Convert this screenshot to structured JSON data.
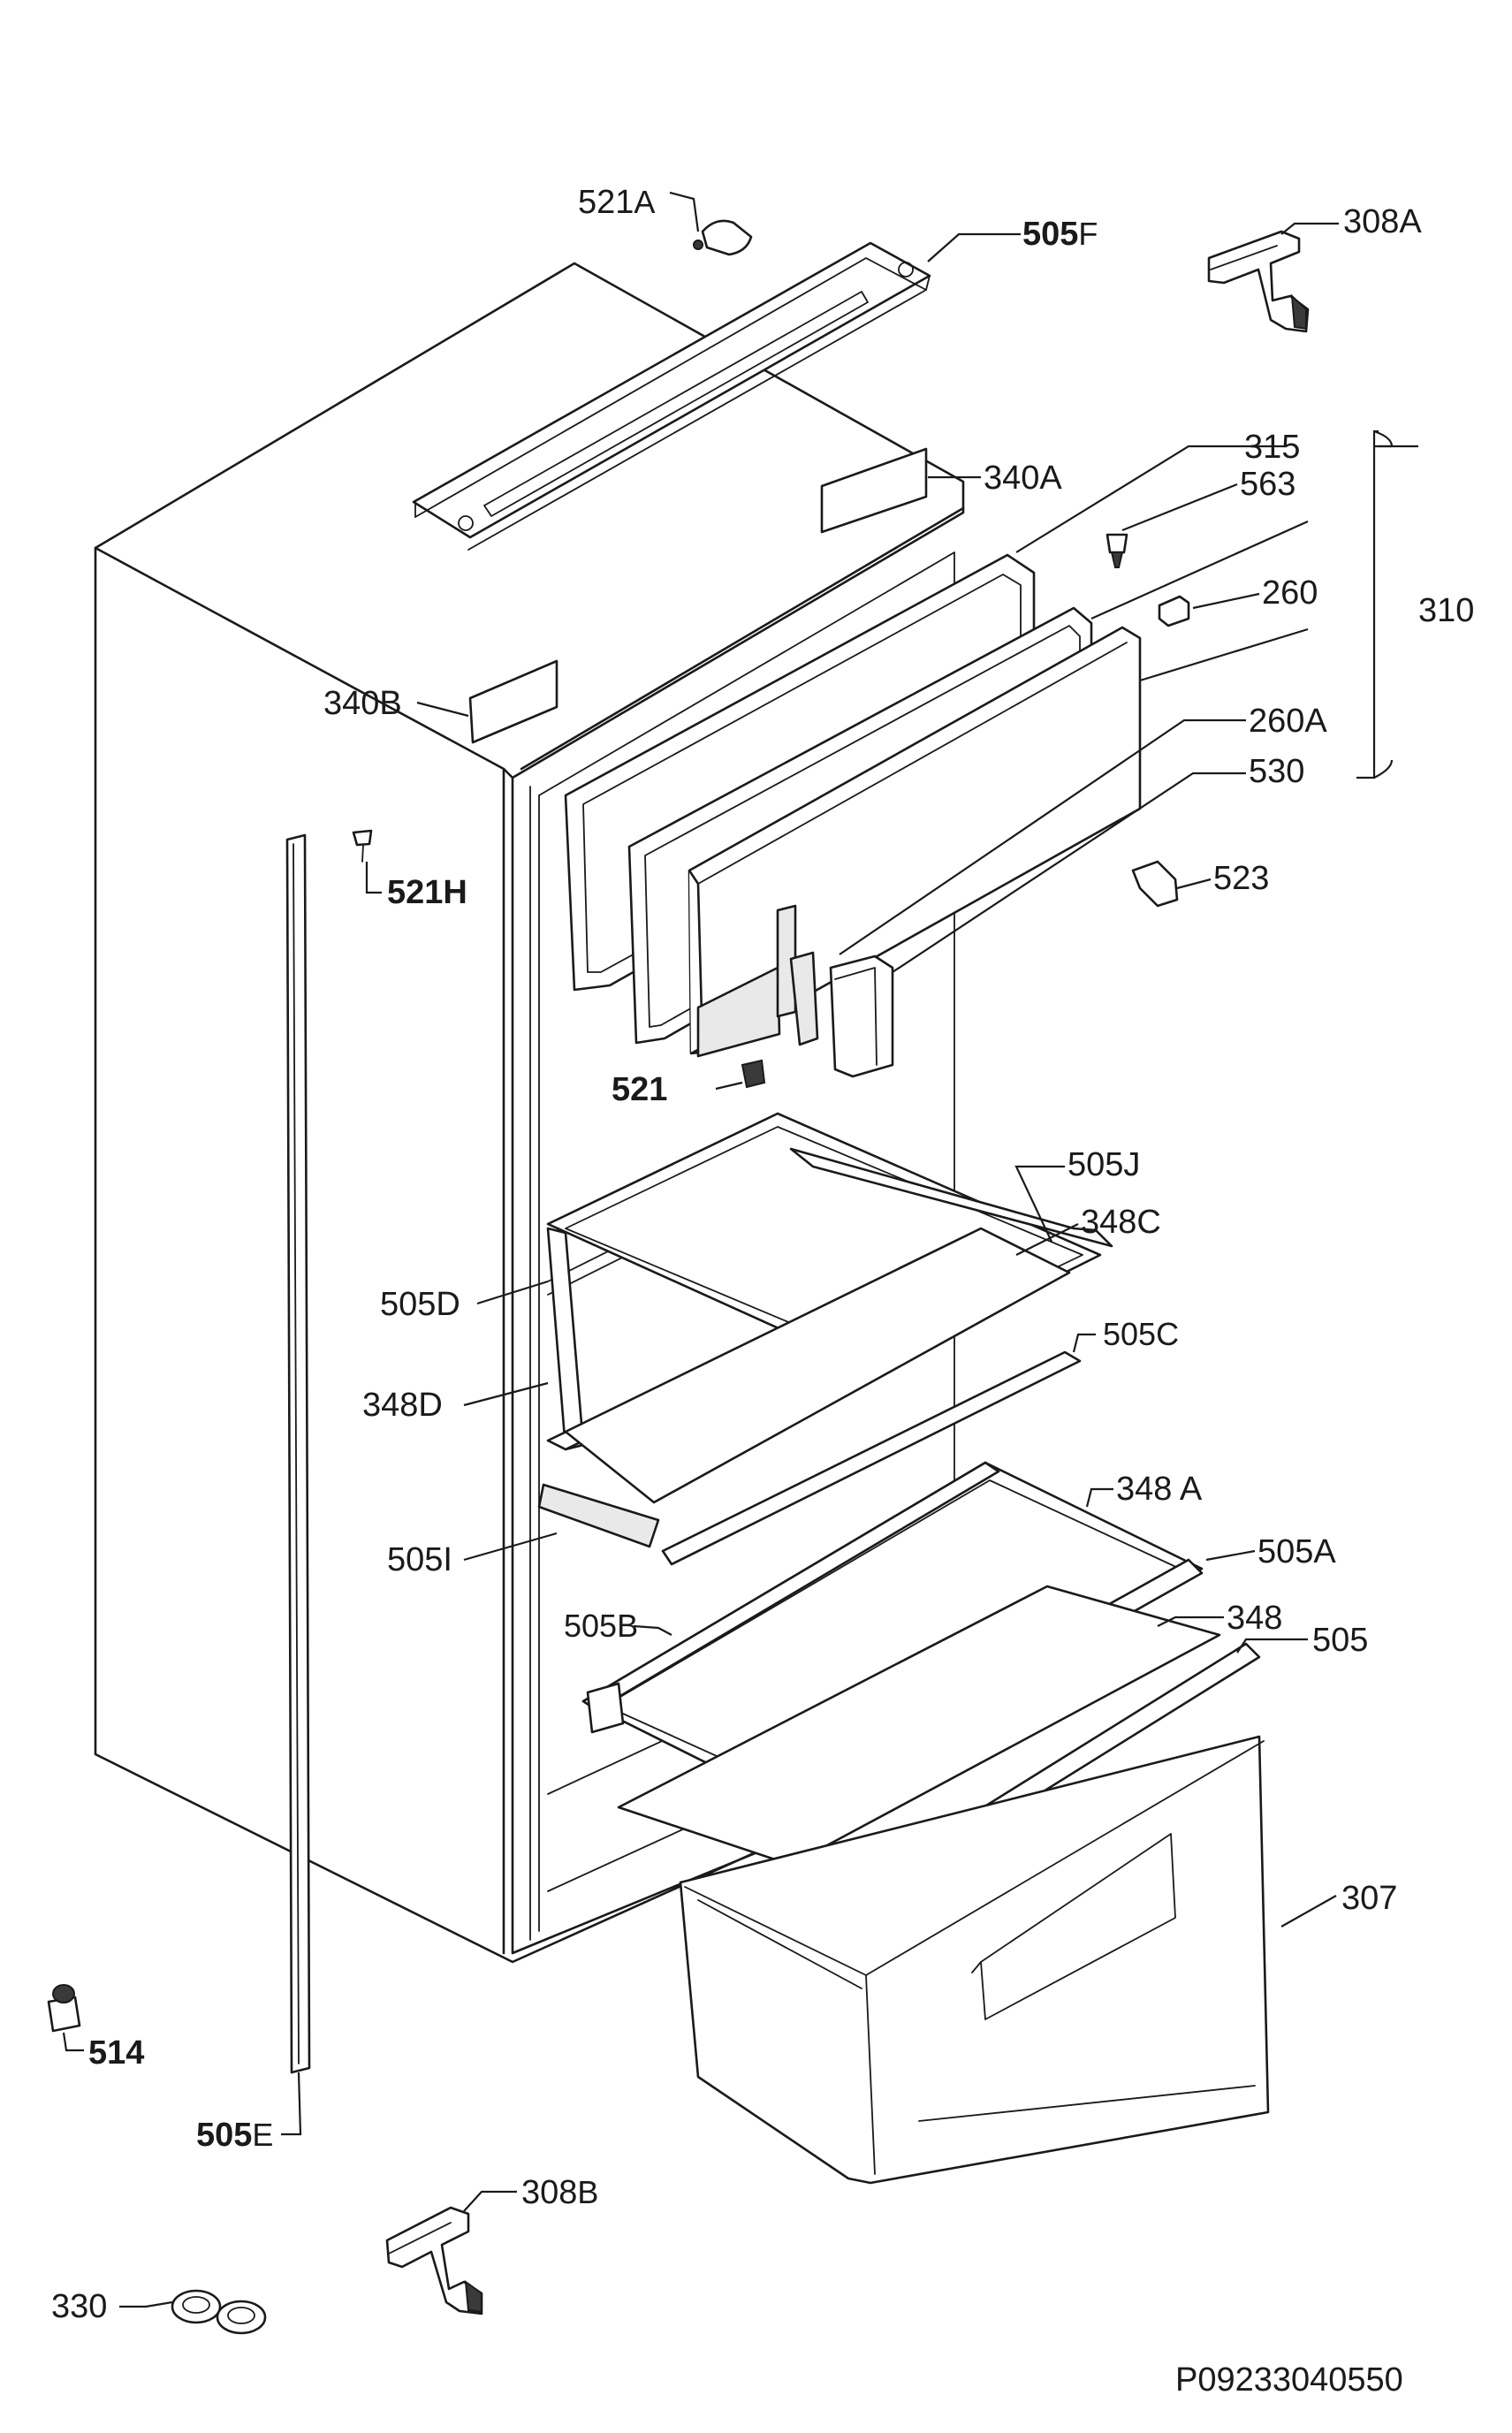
{
  "callouts": [
    {
      "id": "521A",
      "main": "521",
      "suffix": "A"
    },
    {
      "id": "505F",
      "main": "505",
      "suffix": "F"
    },
    {
      "id": "308A",
      "main": "308A",
      "suffix": ""
    },
    {
      "id": "315",
      "main": "315",
      "suffix": ""
    },
    {
      "id": "340A",
      "main": "340A",
      "suffix": ""
    },
    {
      "id": "563",
      "main": "563",
      "suffix": ""
    },
    {
      "id": "260",
      "main": "260",
      "suffix": ""
    },
    {
      "id": "310",
      "main": "310",
      "suffix": ""
    },
    {
      "id": "340B",
      "main": "340B",
      "suffix": ""
    },
    {
      "id": "260A",
      "main": "260A",
      "suffix": ""
    },
    {
      "id": "530",
      "main": "530",
      "suffix": ""
    },
    {
      "id": "521H",
      "main": "521H",
      "suffix": ""
    },
    {
      "id": "523",
      "main": "523",
      "suffix": ""
    },
    {
      "id": "521",
      "main": "521",
      "suffix": ""
    },
    {
      "id": "505J",
      "main": "505J",
      "suffix": ""
    },
    {
      "id": "348C",
      "main": "348C",
      "suffix": ""
    },
    {
      "id": "505D",
      "main": "505D",
      "suffix": ""
    },
    {
      "id": "505C",
      "main": "505C",
      "suffix": ""
    },
    {
      "id": "348D",
      "main": "348D",
      "suffix": ""
    },
    {
      "id": "348A",
      "main": "348 A",
      "suffix": ""
    },
    {
      "id": "505I",
      "main": "505I",
      "suffix": ""
    },
    {
      "id": "505A",
      "main": "505A",
      "suffix": ""
    },
    {
      "id": "505B",
      "main": "505B",
      "suffix": ""
    },
    {
      "id": "348",
      "main": "348",
      "suffix": ""
    },
    {
      "id": "505",
      "main": "505",
      "suffix": ""
    },
    {
      "id": "307",
      "main": "307",
      "suffix": ""
    },
    {
      "id": "514",
      "main": "514",
      "suffix": ""
    },
    {
      "id": "505E",
      "main": "505",
      "suffix": "E"
    },
    {
      "id": "308B",
      "main": "308",
      "suffix": "B"
    },
    {
      "id": "330",
      "main": "330",
      "suffix": ""
    }
  ],
  "reference_code": "P09233040550",
  "colors": {
    "line": "#1a1a1a",
    "background": "#ffffff",
    "part_fill": "#ffffff"
  }
}
